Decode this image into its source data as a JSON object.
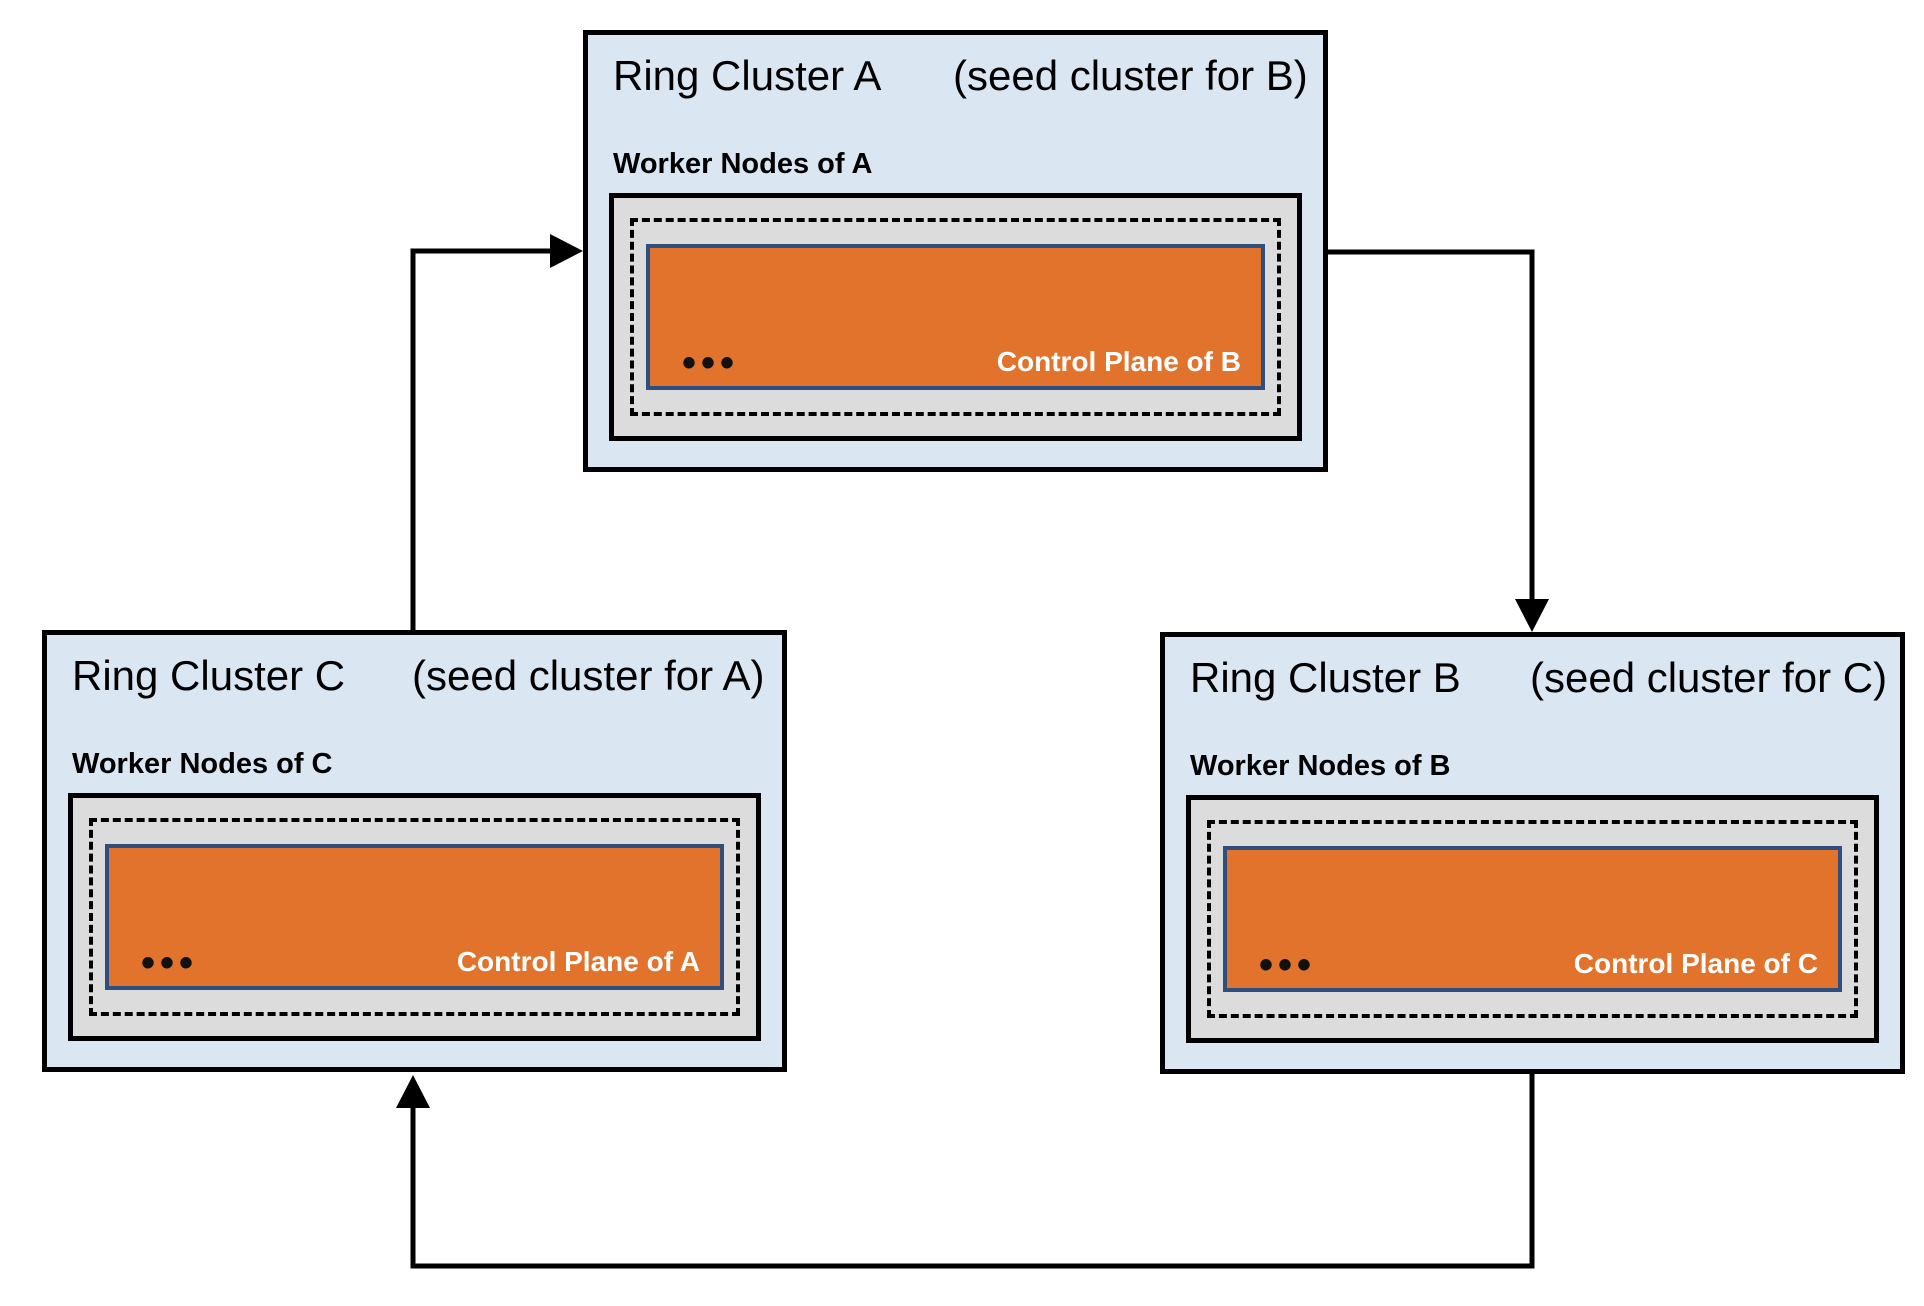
{
  "diagram": {
    "clusters": [
      {
        "name": "Ring Cluster A",
        "seed_note": "(seed cluster for B)",
        "worker_label": "Worker Nodes of A",
        "dots": "•••",
        "control_plane_label": "Control Plane of B"
      },
      {
        "name": "Ring Cluster C",
        "seed_note": "(seed cluster for A)",
        "worker_label": "Worker Nodes of C",
        "dots": "•••",
        "control_plane_label": "Control Plane of A"
      },
      {
        "name": "Ring Cluster B",
        "seed_note": "(seed cluster for C)",
        "worker_label": "Worker Nodes of B",
        "dots": "•••",
        "control_plane_label": "Control Plane of C"
      }
    ],
    "arrows": [
      {
        "from": "Ring Cluster C",
        "to": "Ring Cluster A"
      },
      {
        "from": "Ring Cluster A",
        "to": "Ring Cluster B"
      },
      {
        "from": "Ring Cluster B",
        "to": "Ring Cluster C"
      }
    ],
    "colors": {
      "cluster_bg": "#dbe6f3",
      "machine_bg": "#dcdcdc",
      "control_plane_bg": "#e2732d",
      "control_plane_border": "#2e4e7e",
      "line": "#000000"
    }
  }
}
